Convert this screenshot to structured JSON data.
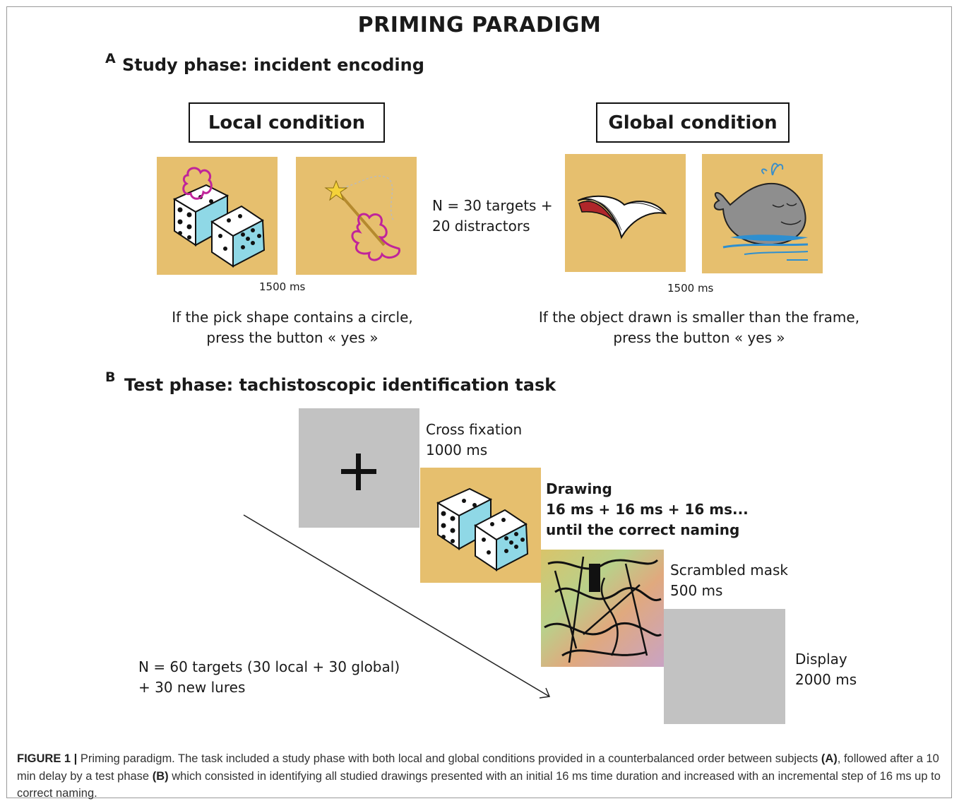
{
  "title": "PRIMING PARADIGM",
  "section_a": {
    "letter": "A",
    "title": "Study phase: incident encoding",
    "local": {
      "label": "Local condition",
      "duration": "1500 ms",
      "instruction_line1": "If the pick shape contains a circle,",
      "instruction_line2": "press the button « yes »"
    },
    "global": {
      "label": "Global condition",
      "duration": "1500 ms",
      "instruction_line1": "If the object drawn is smaller than the frame,",
      "instruction_line2": "press the button « yes »"
    },
    "count_line1": "N = 30 targets +",
    "count_line2": "20 distractors"
  },
  "section_b": {
    "letter": "B",
    "title": "Test phase: tachistoscopic identification task",
    "fixation": {
      "line1": "Cross fixation",
      "line2": "1000 ms"
    },
    "drawing": {
      "line1": "Drawing",
      "line2": "16 ms + 16 ms + 16 ms...",
      "line3": "until the correct naming"
    },
    "mask": {
      "line1": "Scrambled mask",
      "line2": "500 ms"
    },
    "display": {
      "line1": "Display",
      "line2": "2000 ms"
    },
    "count_line1": "N = 60 targets (30 local + 30 global)",
    "count_line2": "+ 30 new lures"
  },
  "caption": {
    "label": "FIGURE 1 |",
    "text1": " Priming paradigm. The task included a study phase with both local and global conditions provided in a counterbalanced order between subjects ",
    "ref_a": "(A)",
    "text2": ", followed after a 10 min delay by a test phase ",
    "ref_b": "(B)",
    "text3": " which consisted in identifying all studied drawings presented with an initial 16 ms time duration and increased with an incremental step of 16 ms up to correct naming."
  },
  "colors": {
    "tan_panel": "#e6bf6e",
    "gray_panel": "#c2c2c2",
    "magenta_outline": "#c0249a",
    "dice_blue": "#8fd8e6"
  }
}
